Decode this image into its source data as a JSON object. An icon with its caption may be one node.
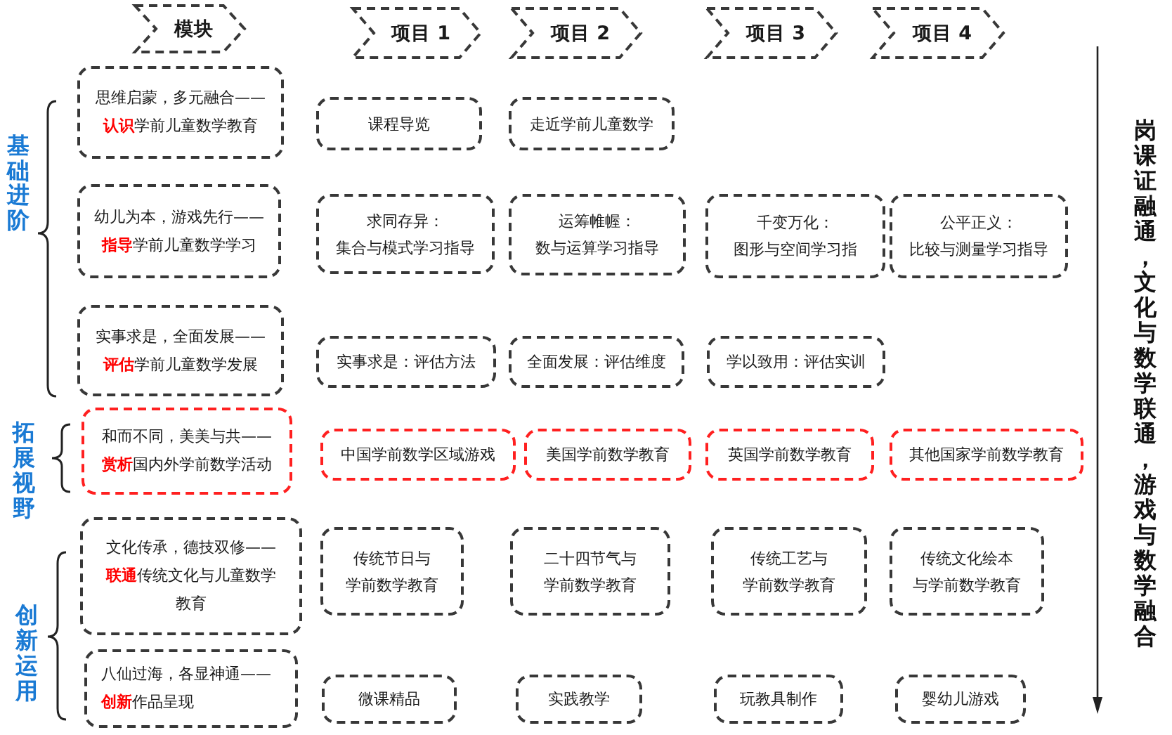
{
  "diagram": {
    "nodes": [
      {
        "text": [
          "模块"
        ]
      },
      {
        "text": [
          "项目 1"
        ]
      },
      {
        "text": [
          "项目 2"
        ]
      },
      {
        "text": [
          "项目 3"
        ]
      },
      {
        "text": [
          "项目 4"
        ]
      },
      {
        "text": [
          "思维启蒙，多元融合——",
          "**认识**学前儿童数学教育"
        ]
      },
      {
        "text": [
          "课程导览"
        ]
      },
      {
        "text": [
          "走近学前儿童数学"
        ]
      },
      {
        "text": [
          "幼儿为本，游戏先行——",
          "**指导**学前儿童数学学习"
        ]
      },
      {
        "text": [
          "求同存异：",
          "集合与模式学习指导"
        ]
      },
      {
        "text": [
          "运筹帷幄：",
          "数与运算学习指导"
        ]
      },
      {
        "text": [
          "千变万化：",
          "图形与空间学习指"
        ]
      },
      {
        "text": [
          "公平正义：",
          "比较与测量学习指导"
        ]
      },
      {
        "text": [
          "实事求是，全面发展——",
          "**评估**学前儿童数学发展"
        ]
      },
      {
        "text": [
          "实事求是：评估方法"
        ]
      },
      {
        "text": [
          "全面发展：评估维度"
        ]
      },
      {
        "text": [
          "学以致用：评估实训"
        ]
      },
      {
        "text": [
          "和而不同，美美与共——",
          "**赏析**国内外学前数学活动"
        ]
      },
      {
        "text": [
          "中国学前数学区域游戏"
        ]
      },
      {
        "text": [
          "美国学前数学教育"
        ]
      },
      {
        "text": [
          "英国学前数学教育"
        ]
      },
      {
        "text": [
          "其他国家学前数学教育"
        ]
      },
      {
        "text": [
          "文化传承，德技双修——",
          "**联通**传统文化与儿童数学教育"
        ]
      },
      {
        "text": [
          "传统节日与学前数学教育"
        ]
      },
      {
        "text": [
          "二十四节气与学前数学教育"
        ]
      },
      {
        "text": [
          "传统工艺与学前数学教育"
        ]
      },
      {
        "text": [
          "传统文化绘本与学前数学教育"
        ]
      },
      {
        "text": [
          "八仙过海，各显神通——",
          "**创新**作品呈现"
        ]
      },
      {
        "text": [
          "微课精品"
        ]
      },
      {
        "text": [
          "实践教学"
        ]
      },
      {
        "text": [
          "玩教具制作"
        ]
      },
      {
        "text": [
          "婴幼儿游戏"
        ]
      }
    ],
    "labels": [
      "基础进阶",
      "拓展视野",
      "创新运用",
      "岗课证融通，文化与数学联通，游戏与数学融合"
    ]
  }
}
